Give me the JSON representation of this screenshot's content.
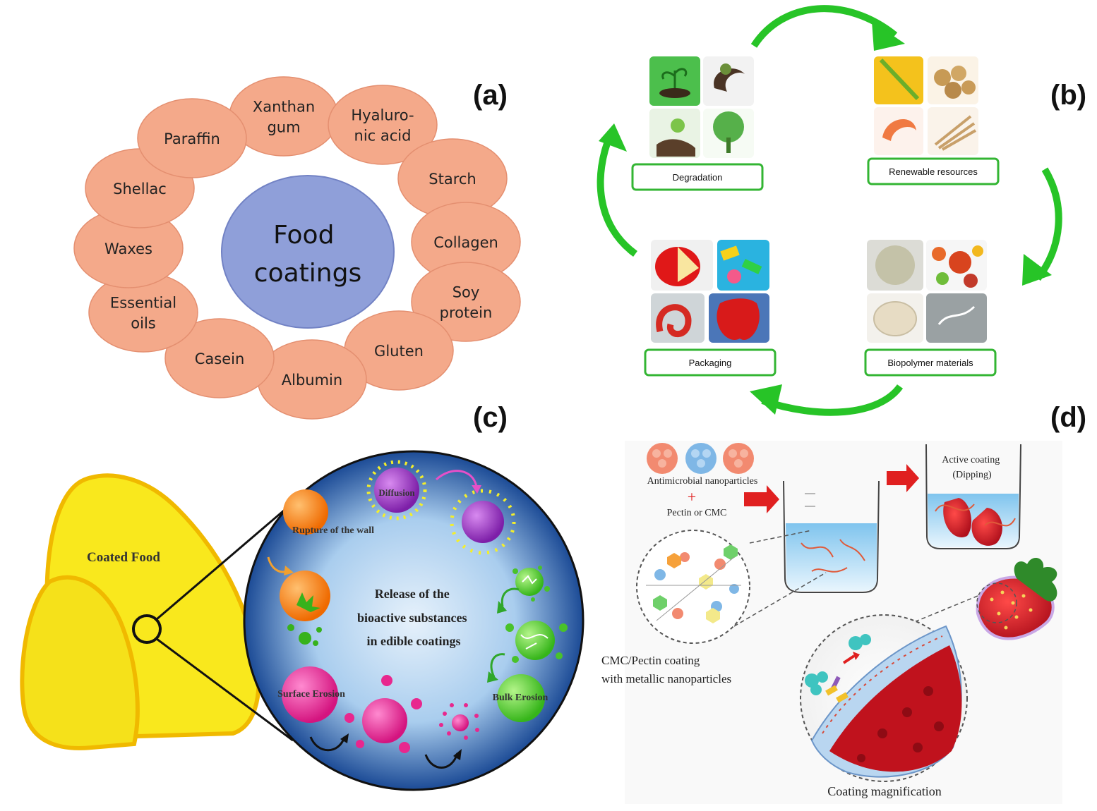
{
  "panels": {
    "a": {
      "label": "(a)",
      "center": "Food coatings",
      "center_lines": [
        "Food",
        "coatings"
      ],
      "petals": [
        {
          "lines": [
            "Xanthan",
            "gum"
          ]
        },
        {
          "lines": [
            "Hyaluro-",
            "nic acid"
          ]
        },
        {
          "lines": [
            "Starch"
          ]
        },
        {
          "lines": [
            "Collagen"
          ]
        },
        {
          "lines": [
            "Soy",
            "protein"
          ]
        },
        {
          "lines": [
            "Gluten"
          ]
        },
        {
          "lines": [
            "Albumin"
          ]
        },
        {
          "lines": [
            "Casein"
          ]
        },
        {
          "lines": [
            "Essential",
            "oils"
          ]
        },
        {
          "lines": [
            "Waxes"
          ]
        },
        {
          "lines": [
            "Shellac"
          ]
        },
        {
          "lines": [
            "Paraffin"
          ]
        }
      ],
      "colors": {
        "petal": "#f4a98a",
        "petal_stroke": "#e48f70",
        "center": "#8f9fd9",
        "center_stroke": "#7282c4"
      }
    },
    "b": {
      "label": "(b)",
      "boxes": {
        "degradation": "Degradation",
        "renewable": "Renewable resources",
        "biopolymer": "Biopolymer materials",
        "packaging": "Packaging"
      },
      "colors": {
        "arrow": "#27c427",
        "box_stroke": "#33b533"
      }
    },
    "c": {
      "label": "(c)",
      "food_label": "Coated Food",
      "center_lines": [
        "Release of the",
        "bioactive substances",
        "in edible coatings"
      ],
      "mechanisms": {
        "diffusion": "Diffusion",
        "rupture": "Rupture of the wall",
        "surface": "Surface Erosion",
        "bulk": "Bulk Erosion"
      },
      "colors": {
        "food": "#f7e21a",
        "food_stroke": "#e8b800",
        "circle_outer": "#1f4f9c",
        "circle_inner": "#cfe3f7"
      }
    },
    "d": {
      "label": "(d)",
      "nanoparticles": "Antimicrobial nanoparticles",
      "plus": "+",
      "pectin": "Pectin or CMC",
      "active_lines": [
        "Active coating",
        "(Dipping)"
      ],
      "cmc_lines": [
        "CMC/Pectin coating",
        "with metallic nanoparticles"
      ],
      "magnification": "Coating magnification",
      "colors": {
        "arrow": "#e02020",
        "strawberry": "#d41f2a"
      }
    }
  }
}
